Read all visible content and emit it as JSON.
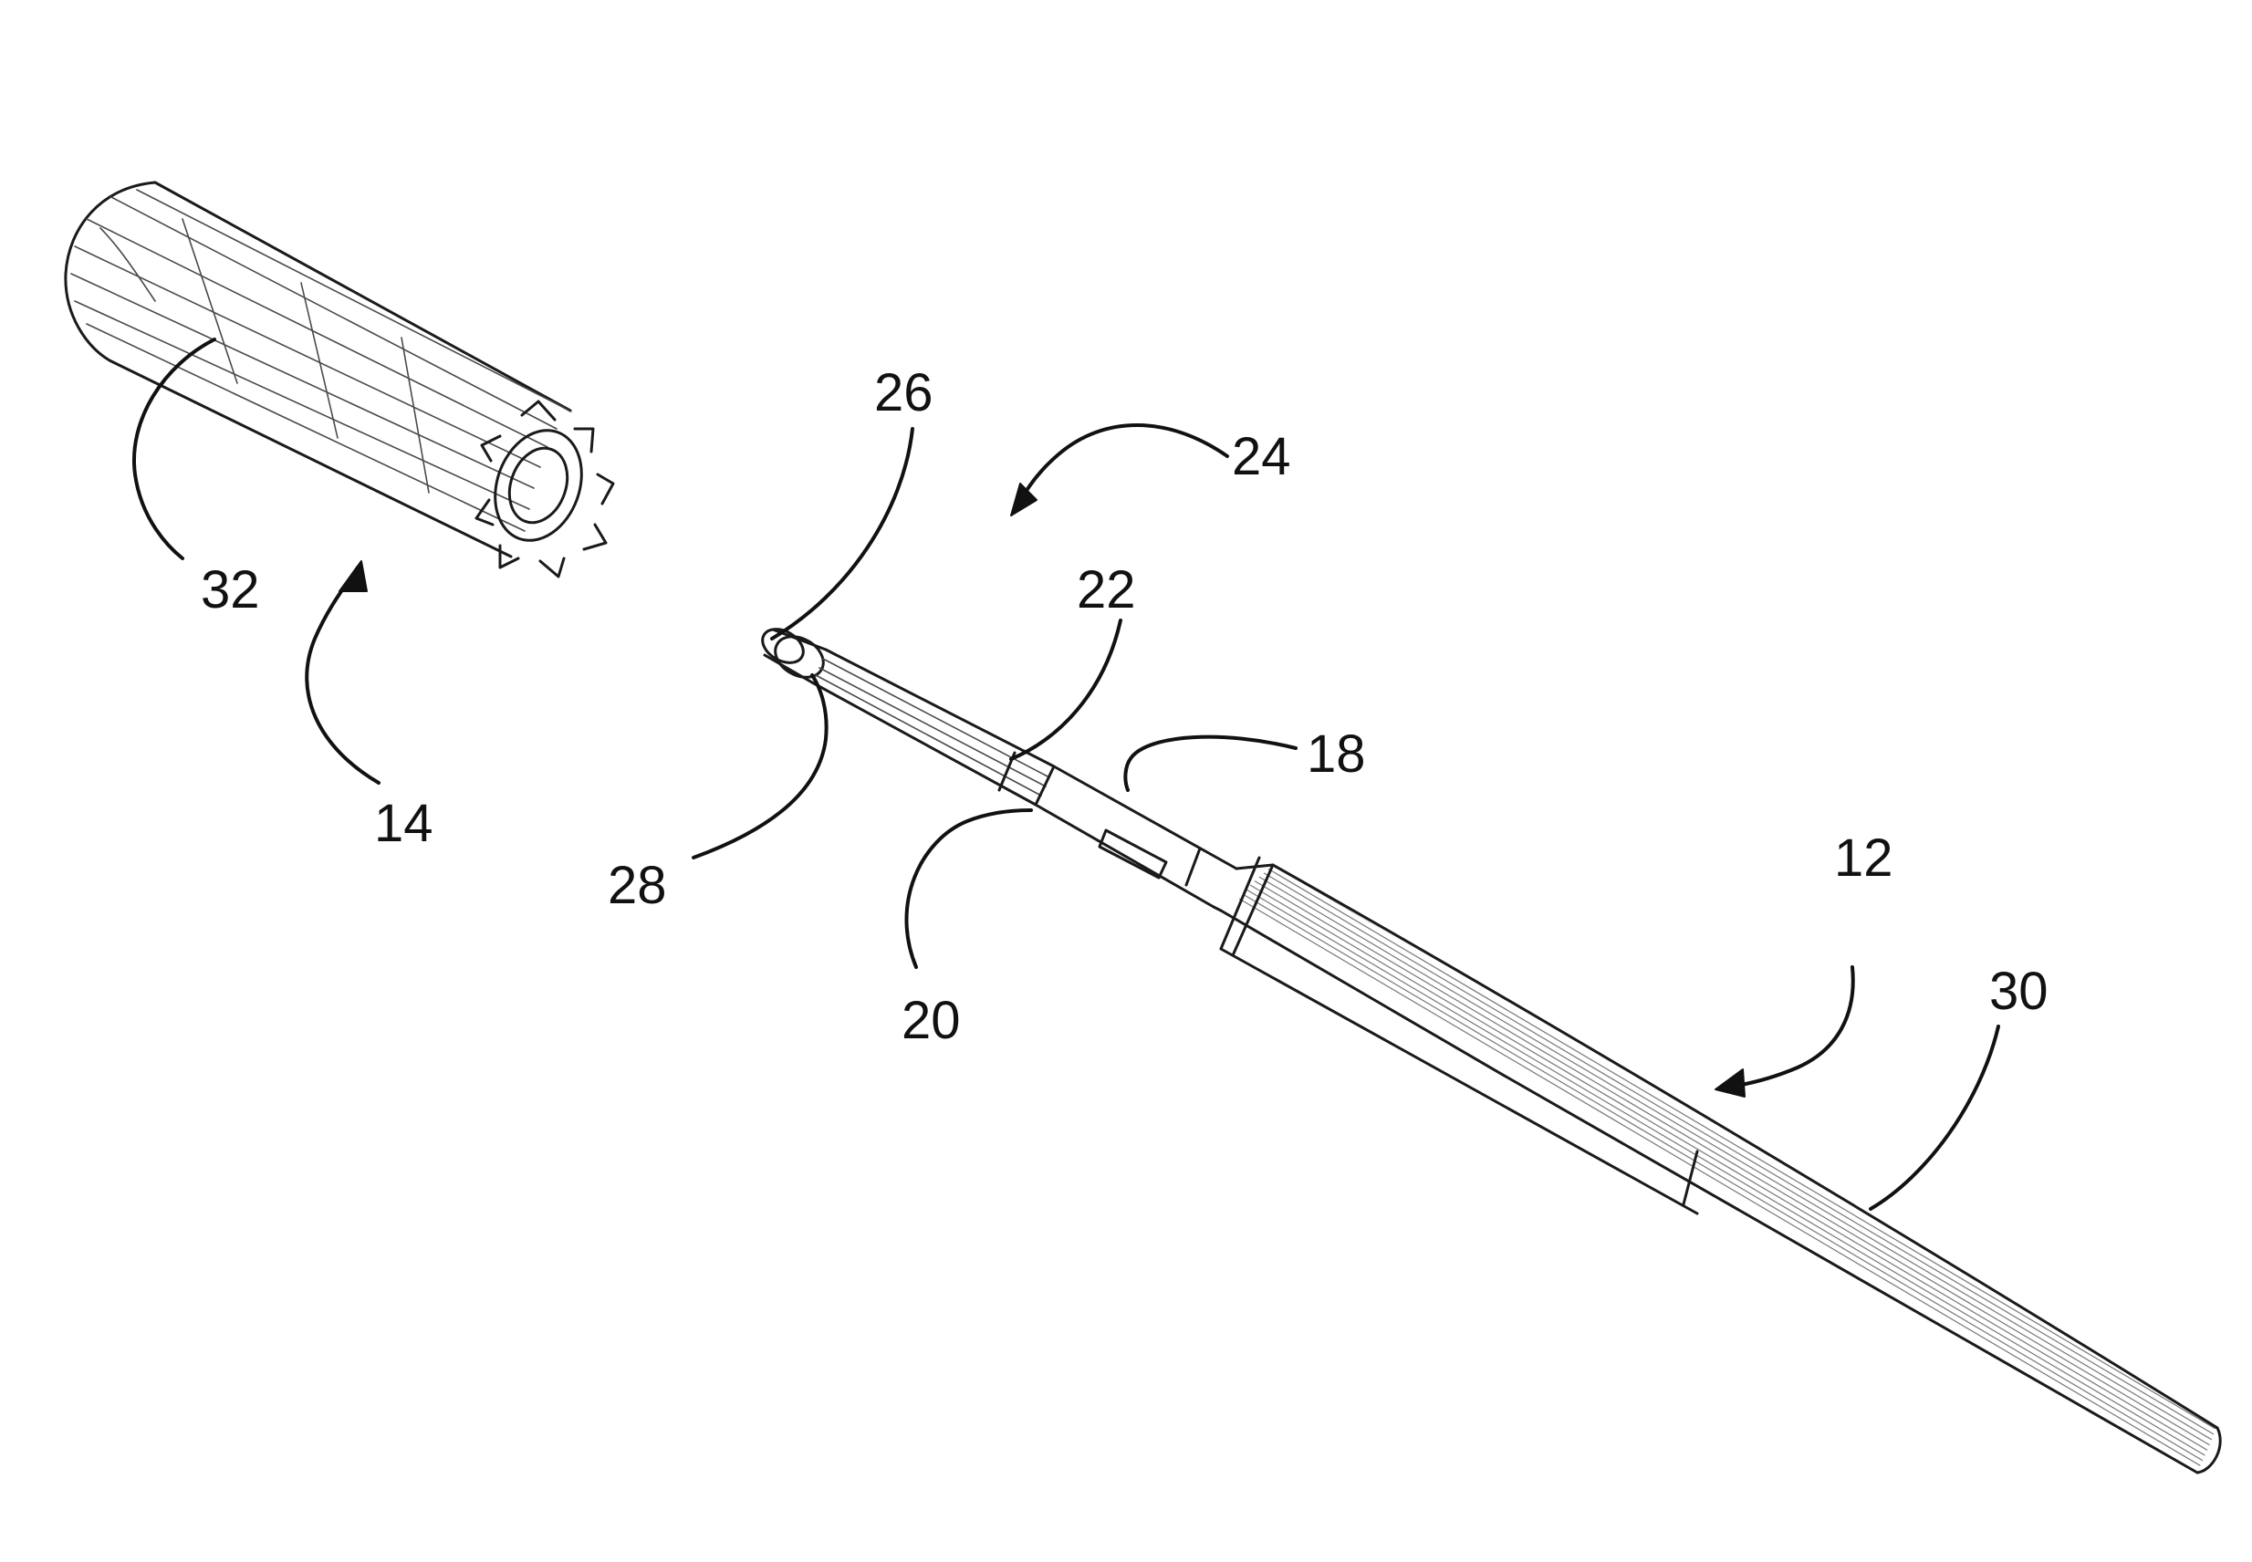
{
  "figure": {
    "reference_numerals": {
      "n12": "12",
      "n14": "14",
      "n18": "18",
      "n20": "20",
      "n22": "22",
      "n24": "24",
      "n26": "26",
      "n28": "28",
      "n30": "30",
      "n32": "32"
    }
  }
}
